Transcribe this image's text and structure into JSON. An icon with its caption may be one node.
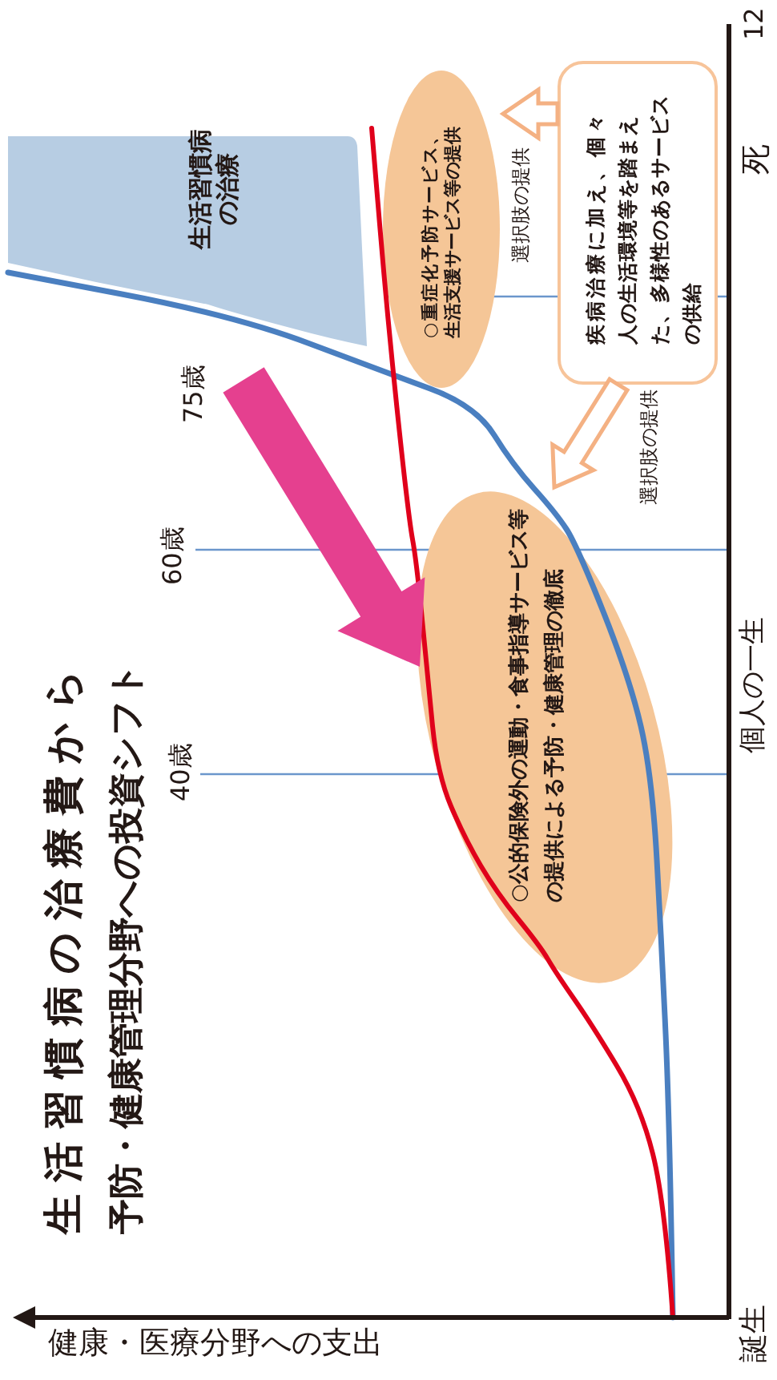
{
  "diagram": {
    "title": "生活習慣病の治療費から予防・健康管理分野への投資シフト",
    "nodes": [
      {
        "text": [
          "生活習慣病の治療"
        ]
      },
      {
        "text": [
          "○重症化予防サービス、生活支援サービス等の提供"
        ]
      },
      {
        "text": [
          "疾病治療に加え、個々人の生活環境等を踏まえた、多様性のあるサービスの供給"
        ]
      },
      {
        "text": [
          "○公的保険外の運動・食事指導サービス等の提供による予防・健康管理の徹底"
        ]
      }
    ],
    "edges": [
      {
        "from": 0,
        "to": 3,
        "arrow": "to",
        "style": "thick",
        "color": "#e5408f"
      },
      {
        "from": 2,
        "to": 1,
        "arrow": "to",
        "label": "選択肢の提供"
      },
      {
        "from": 2,
        "to": 3,
        "arrow": "to",
        "label": "選択肢の提供"
      }
    ],
    "labels": [
      "健康・医療分野への支出",
      "75歳",
      "60歳",
      "40歳",
      "誕生",
      "個人の一生",
      "死",
      "12"
    ]
  }
}
